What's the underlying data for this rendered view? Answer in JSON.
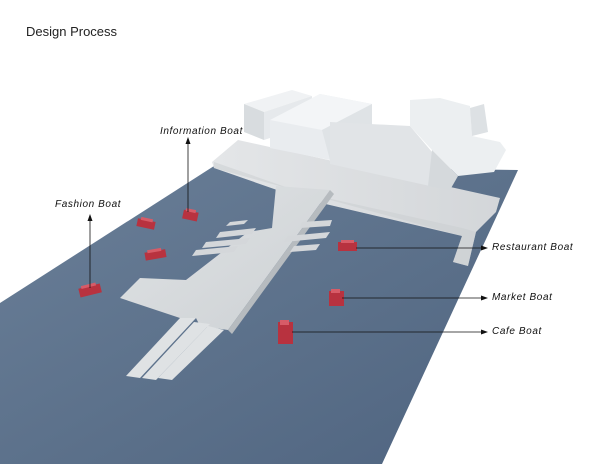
{
  "title": "Design Process",
  "colors": {
    "water": "#5a6f89",
    "pier": "#d6d9db",
    "building": "#e6e9ec",
    "boat": "#b8323f",
    "leader": "#111111"
  },
  "labels": {
    "information": "Information  Boat",
    "fashion": "Fashion  Boat",
    "restaurant": "Restaurant  Boat",
    "market": "Market Boat",
    "cafe": "Cafe Boat"
  }
}
